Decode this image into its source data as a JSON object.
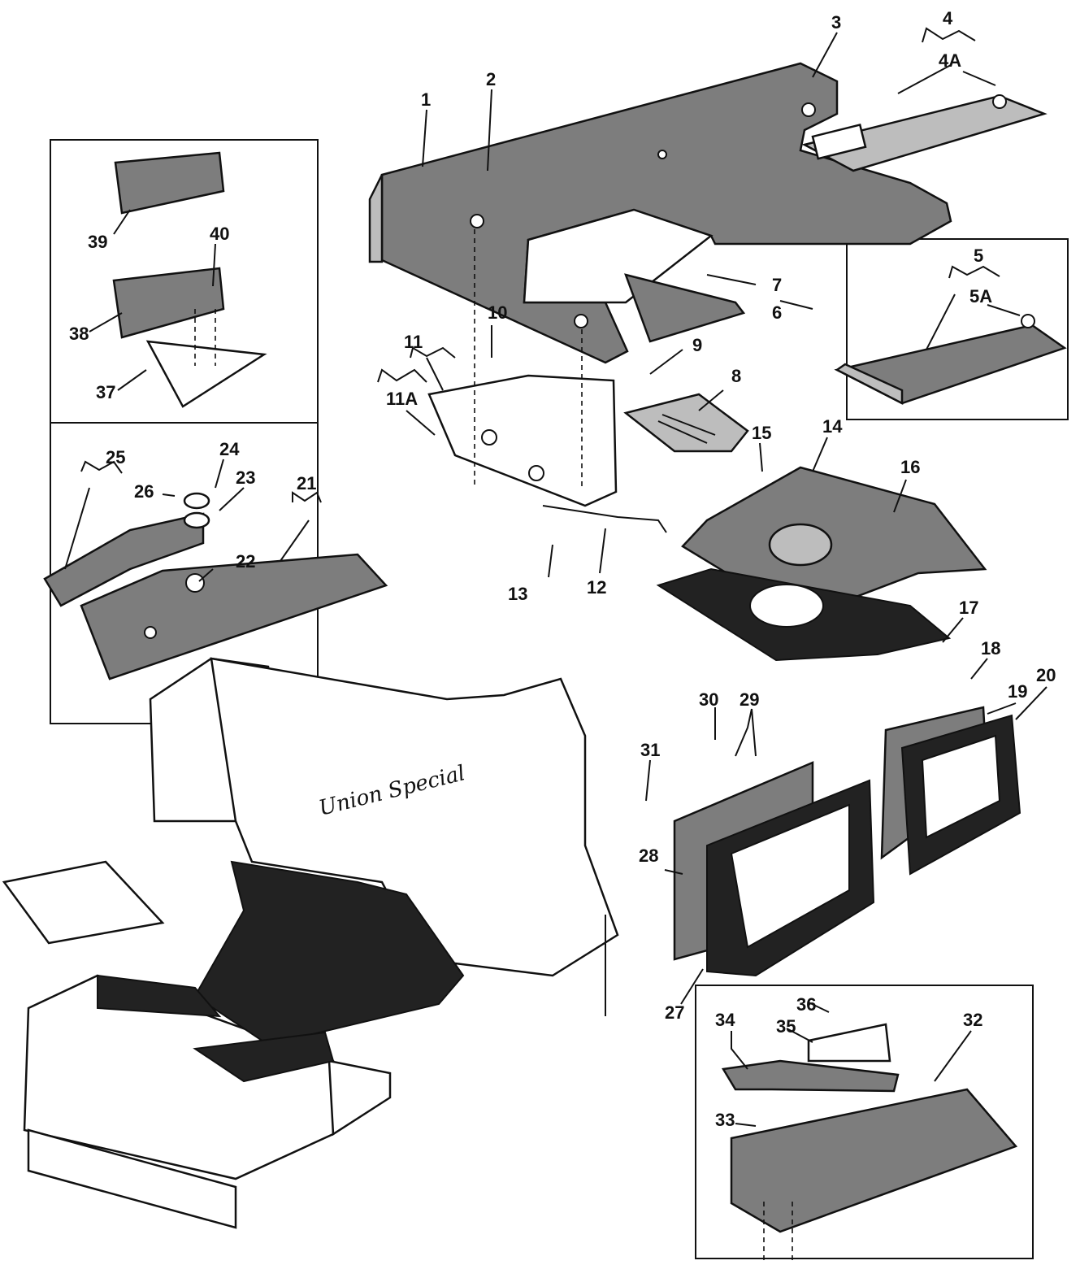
{
  "diagram": {
    "brand_script": "Union Special",
    "labels": [
      {
        "id": "1",
        "text": "1"
      },
      {
        "id": "2",
        "text": "2"
      },
      {
        "id": "3",
        "text": "3"
      },
      {
        "id": "4",
        "text": "4"
      },
      {
        "id": "4A",
        "text": "4A"
      },
      {
        "id": "5",
        "text": "5"
      },
      {
        "id": "5A",
        "text": "5A"
      },
      {
        "id": "6",
        "text": "6"
      },
      {
        "id": "7",
        "text": "7"
      },
      {
        "id": "8",
        "text": "8"
      },
      {
        "id": "9",
        "text": "9"
      },
      {
        "id": "10",
        "text": "10"
      },
      {
        "id": "11",
        "text": "11"
      },
      {
        "id": "11A",
        "text": "11A"
      },
      {
        "id": "12",
        "text": "12"
      },
      {
        "id": "13",
        "text": "13"
      },
      {
        "id": "14",
        "text": "14"
      },
      {
        "id": "15",
        "text": "15"
      },
      {
        "id": "16",
        "text": "16"
      },
      {
        "id": "17",
        "text": "17"
      },
      {
        "id": "18",
        "text": "18"
      },
      {
        "id": "19",
        "text": "19"
      },
      {
        "id": "20",
        "text": "20"
      },
      {
        "id": "21",
        "text": "21"
      },
      {
        "id": "22",
        "text": "22"
      },
      {
        "id": "23",
        "text": "23"
      },
      {
        "id": "24",
        "text": "24"
      },
      {
        "id": "25",
        "text": "25"
      },
      {
        "id": "26",
        "text": "26"
      },
      {
        "id": "27",
        "text": "27"
      },
      {
        "id": "28",
        "text": "28"
      },
      {
        "id": "29",
        "text": "29"
      },
      {
        "id": "30",
        "text": "30"
      },
      {
        "id": "31",
        "text": "31"
      },
      {
        "id": "32",
        "text": "32"
      },
      {
        "id": "33",
        "text": "33"
      },
      {
        "id": "34",
        "text": "34"
      },
      {
        "id": "35",
        "text": "35"
      },
      {
        "id": "36",
        "text": "36"
      },
      {
        "id": "37",
        "text": "37"
      },
      {
        "id": "38",
        "text": "38"
      },
      {
        "id": "39",
        "text": "39"
      },
      {
        "id": "40",
        "text": "40"
      }
    ]
  }
}
